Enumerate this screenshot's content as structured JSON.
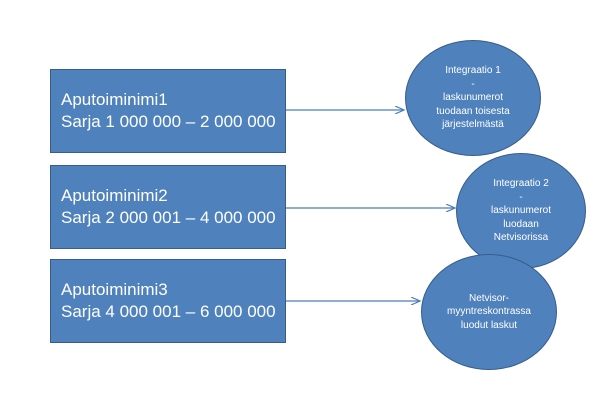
{
  "boxes": [
    {
      "name": "Aputoiminimi1",
      "range": "Sarja 1 000 000 – 2 000 000"
    },
    {
      "name": "Aputoiminimi2",
      "range": "Sarja 2 000 001 – 4 000 000"
    },
    {
      "name": "Aputoiminimi3",
      "range": "Sarja 4 000 001 – 6 000 000"
    }
  ],
  "circles": [
    {
      "lines": [
        "Integraatio 1",
        "-",
        "laskunumerot",
        "tuodaan toisesta",
        "järjestelmästä"
      ]
    },
    {
      "lines": [
        "Integraatio 2",
        "-",
        "laskunumerot",
        "luodaan",
        "Netvisorissa"
      ]
    },
    {
      "lines": [
        "Netvisor-",
        "myyntreskontrassa",
        "luodut laskut"
      ]
    }
  ],
  "colors": {
    "fill": "#4f81bd",
    "border": "#385d8a",
    "text": "#ffffff"
  }
}
